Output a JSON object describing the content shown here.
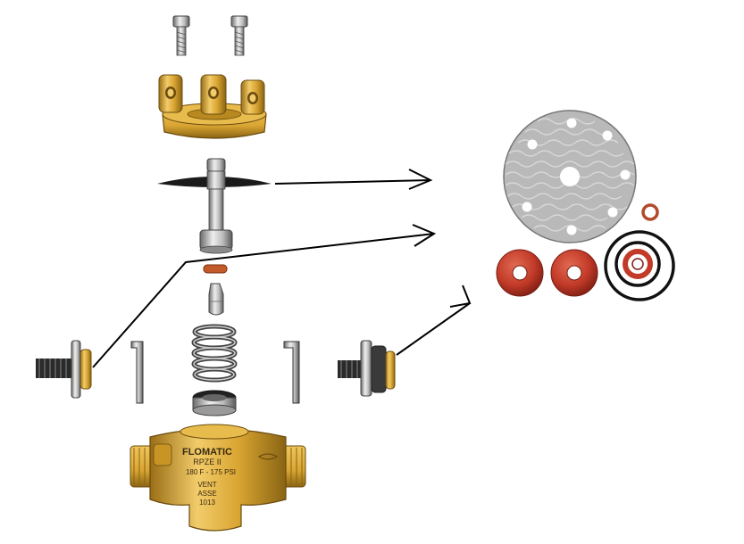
{
  "valve_body": {
    "brand": "FLOMATIC",
    "model": "RPZE II",
    "rating": "180 F - 175 PSI",
    "vent": "VENT",
    "standard_org": "ASSE",
    "standard_num": "1013"
  },
  "colors": {
    "brass": "#d9a532",
    "brass_dark": "#8a6414",
    "brass_light": "#f2cc6a",
    "steel": "#b8b8b8",
    "steel_dark": "#5a5a5a",
    "rubber": "#c23a28",
    "rubber_dark": "#7a1d12",
    "gasket": "#b3b3b3",
    "diaphragm": "#1a1a1a",
    "arrow": "#000000"
  },
  "icons": [
    "bolt-icon",
    "bonnet-icon",
    "diaphragm-icon",
    "spring-icon",
    "check-valve-icon",
    "allen-key-icon",
    "gasket-icon",
    "seal-ring-icon",
    "o-ring-icon",
    "arrow-icon"
  ]
}
